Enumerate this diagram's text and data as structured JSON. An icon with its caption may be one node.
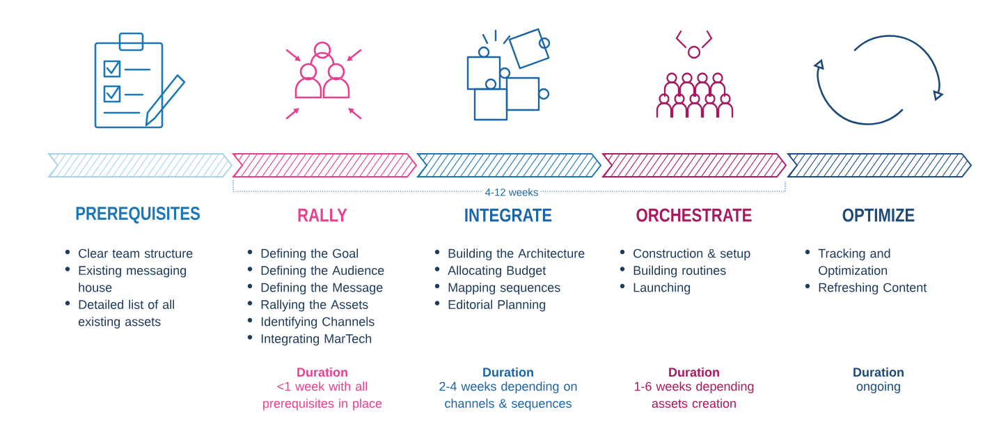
{
  "diagram": {
    "nodes": [
      {
        "text": [
          "PREREQUISITES",
          "Clear team structure",
          "Existing messaging house",
          "Detailed list of all existing assets"
        ]
      },
      {
        "text": [
          "RALLY",
          "Defining the Goal",
          "Defining the Audience",
          "Defining the Message",
          "Rallying the Assets",
          "Identifying Channels",
          "Integrating MarTech"
        ],
        "beside": [
          "Duration",
          "<1 week with all prerequisites in place"
        ]
      },
      {
        "text": [
          "INTEGRATE",
          "Building the Architecture",
          "Allocating Budget",
          "Mapping sequences",
          "Editorial Planning"
        ],
        "beside": [
          "Duration",
          "2-4 weeks depending on channels & sequences"
        ]
      },
      {
        "text": [
          "ORCHESTRATE",
          "Construction & setup",
          "Building routines",
          "Launching"
        ],
        "beside": [
          "Duration",
          "1-6 weeks depending assets creation"
        ]
      },
      {
        "text": [
          "OPTIMIZE",
          "Tracking and Optimization",
          "Refreshing Content"
        ],
        "beside": [
          "Duration",
          "ongoing"
        ]
      }
    ],
    "labels": [
      "4-12 weeks"
    ]
  }
}
